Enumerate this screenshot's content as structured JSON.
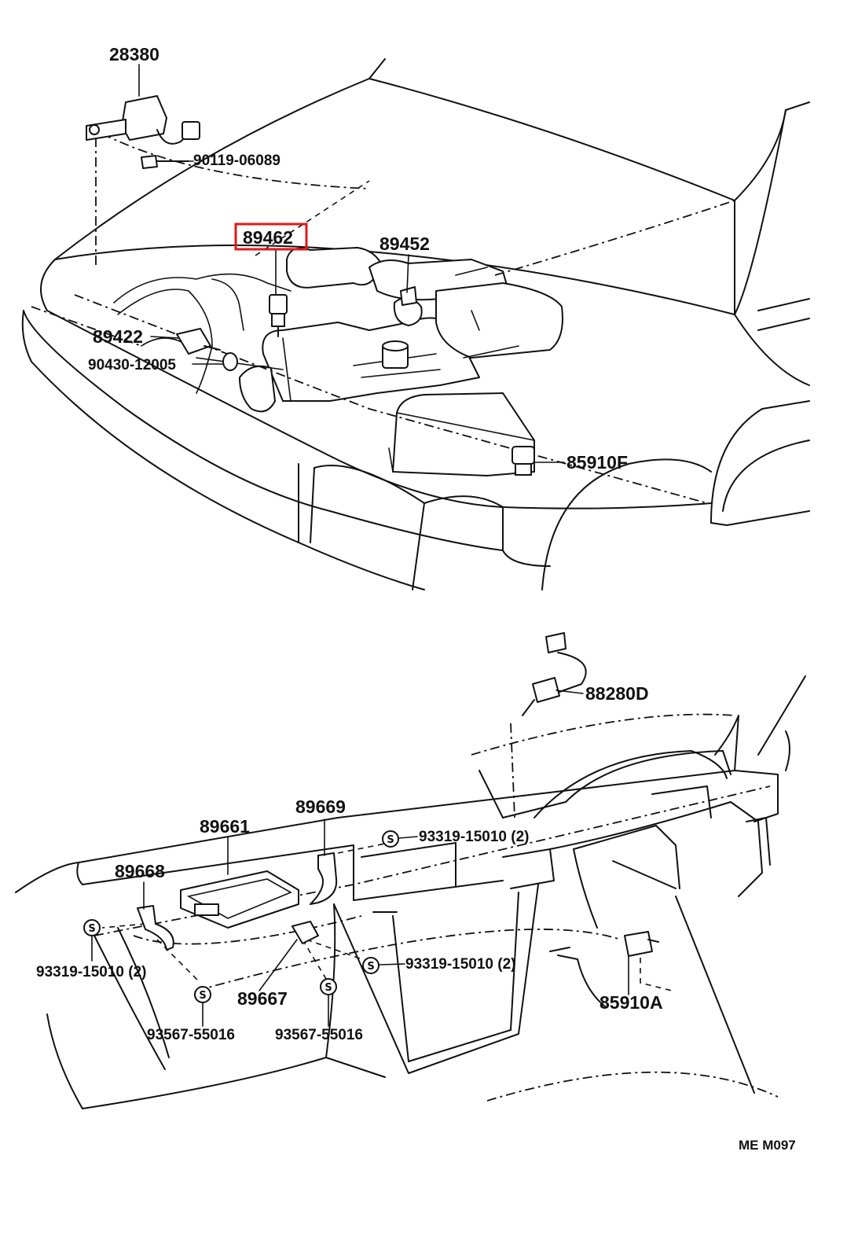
{
  "diagram": {
    "labels": {
      "p28380": "28380",
      "p90119": "90119-06089",
      "p89462": "89462",
      "p89452": "89452",
      "p89422": "89422",
      "p90430": "90430-12005",
      "p85910F": "85910F",
      "p88280D": "88280D",
      "p89669": "89669",
      "p89661": "89661",
      "p93319_top": "93319-15010  (2)",
      "p89668": "89668",
      "p93319_left": "93319-15010  (2)",
      "p93319_mid": "93319-15010  (2)",
      "p89667": "89667",
      "p93567_left": "93567-55016",
      "p93567_mid": "93567-55016",
      "p85910A": "85910A",
      "code": "ME M097"
    },
    "symbol": "S",
    "highlight_color": "#e01818"
  }
}
